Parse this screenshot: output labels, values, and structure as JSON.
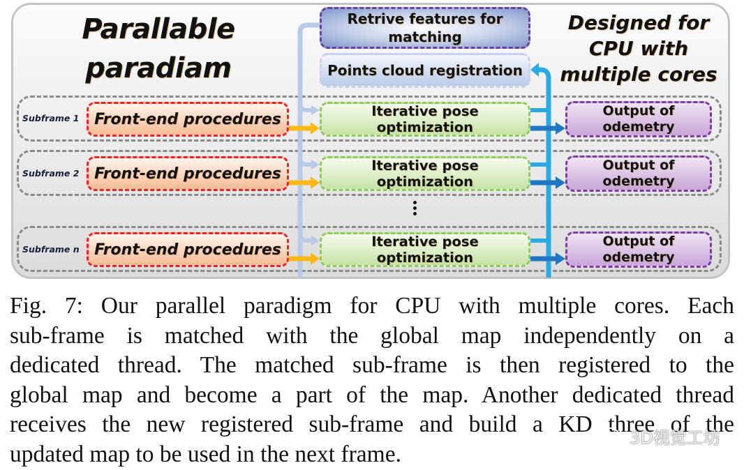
{
  "diagram": {
    "title_left": [
      "Parallable",
      "paradiam"
    ],
    "title_right": [
      "Designed for",
      "CPU with",
      "multiple cores"
    ],
    "retrieve_box": [
      "Retrive features for",
      "matching"
    ],
    "registration_box": "Points cloud registration",
    "ellipsis": "⋮",
    "rows": [
      {
        "label": "Subframe 1",
        "front_end": "Front-end procedures",
        "optimization": "Iterative pose optimization",
        "output": [
          "Output of",
          "odemetry"
        ]
      },
      {
        "label": "Subframe 2",
        "front_end": "Front-end procedures",
        "optimization": "Iterative pose optimization",
        "output": [
          "Output of",
          "odemetry"
        ]
      },
      {
        "label": "Subframe n",
        "front_end": "Front-end procedures",
        "optimization": "Iterative pose optimization",
        "output": [
          "Output of",
          "odemetry"
        ]
      }
    ],
    "colors": {
      "front_end_border": "#e8242a",
      "optimization_border": "#8ecb5a",
      "output_border": "#7b3ea0",
      "feature_line": "#b4c7e7",
      "data_arrow": "#fdb913",
      "register_line": "#29abe2",
      "output_arrow": "#1f77c4"
    }
  },
  "caption": {
    "lines": [
      "Fig. 7: Our parallel paradigm for CPU with multiple cores. Each",
      "sub-frame is matched with the global map independently on a",
      "dedicated thread. The matched sub-frame is then registered to the",
      "global map and become a part of the map. Another dedicated thread",
      "receives the new registered sub-frame and build a KD three of the",
      "updated map to be used in the next frame."
    ]
  },
  "watermark": {
    "icon": "wechat-icon",
    "text": "3D视觉工坊"
  }
}
